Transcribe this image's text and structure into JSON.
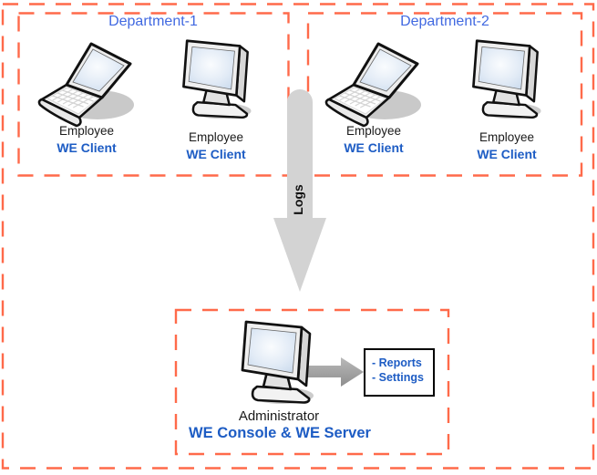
{
  "diagram": {
    "departments": [
      {
        "title": "Department-1",
        "devices": [
          {
            "icon": "laptop",
            "role": "Employee",
            "app": "WE Client"
          },
          {
            "icon": "monitor",
            "role": "Employee",
            "app": "WE Client"
          }
        ]
      },
      {
        "title": "Department-2",
        "devices": [
          {
            "icon": "laptop",
            "role": "Employee",
            "app": "WE Client"
          },
          {
            "icon": "monitor",
            "role": "Employee",
            "app": "WE Client"
          }
        ]
      }
    ],
    "flow_label": "Logs",
    "admin": {
      "icon": "monitor",
      "role": "Administrator",
      "app": "WE Console & WE Server"
    },
    "outputs": [
      "- Reports",
      "- Settings"
    ],
    "colors": {
      "dashed_border": "#ff6a4a",
      "department_title": "#4169e1",
      "app_label_blue": "#1d5cc4",
      "logs_arrow_gray": "#d3d3d3",
      "output_arrow_gray": "#a2a2a2",
      "text_black": "#1a1a1a"
    }
  }
}
